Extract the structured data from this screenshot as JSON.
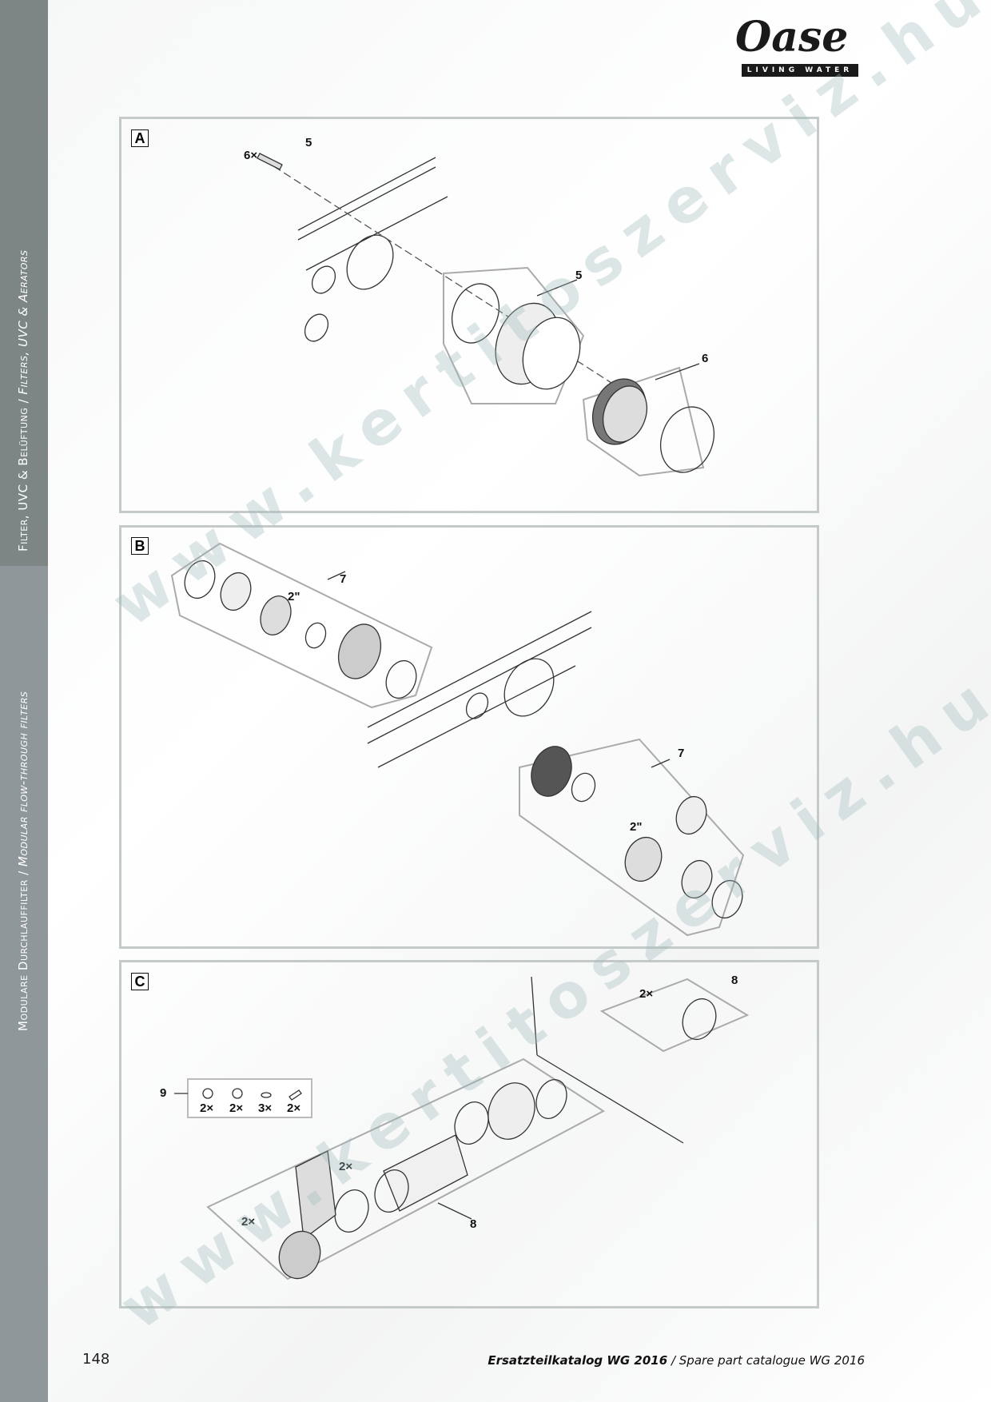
{
  "brand": {
    "name": "Oase",
    "tagline": "LIVING WATER"
  },
  "sidebar": {
    "section_top": {
      "de": "Filter, UVC & Belüftung",
      "sep": " / ",
      "en": "Filters, UVC & Aerators"
    },
    "section_bottom": {
      "de": "Modulare Durchlauffilter",
      "sep": " / ",
      "en": "Modular flow-through filters"
    }
  },
  "watermark": "www.kertitoszerviz.hu",
  "panels": {
    "a": {
      "letter": "A",
      "labels": {
        "screw_qty": "6×",
        "screw_no": "5",
        "part5": "5",
        "part6": "6"
      }
    },
    "b": {
      "letter": "B",
      "labels": {
        "part7_top": "7",
        "size_top": "2\"",
        "part7_bottom": "7",
        "size_bottom": "2\""
      }
    },
    "c": {
      "letter": "C",
      "labels": {
        "part8_top": "8",
        "bolt_qty_top": "2×",
        "part9": "9",
        "kit_qty": [
          "2×",
          "2×",
          "3×",
          "2×"
        ],
        "qty_mid": "2×",
        "qty_left": "2×",
        "part8_bottom": "8"
      }
    }
  },
  "footer": {
    "page": "148",
    "title_de": "Ersatzteilkatalog WG 2016",
    "sep": " / ",
    "title_en": "Spare part catalogue WG 2016"
  }
}
